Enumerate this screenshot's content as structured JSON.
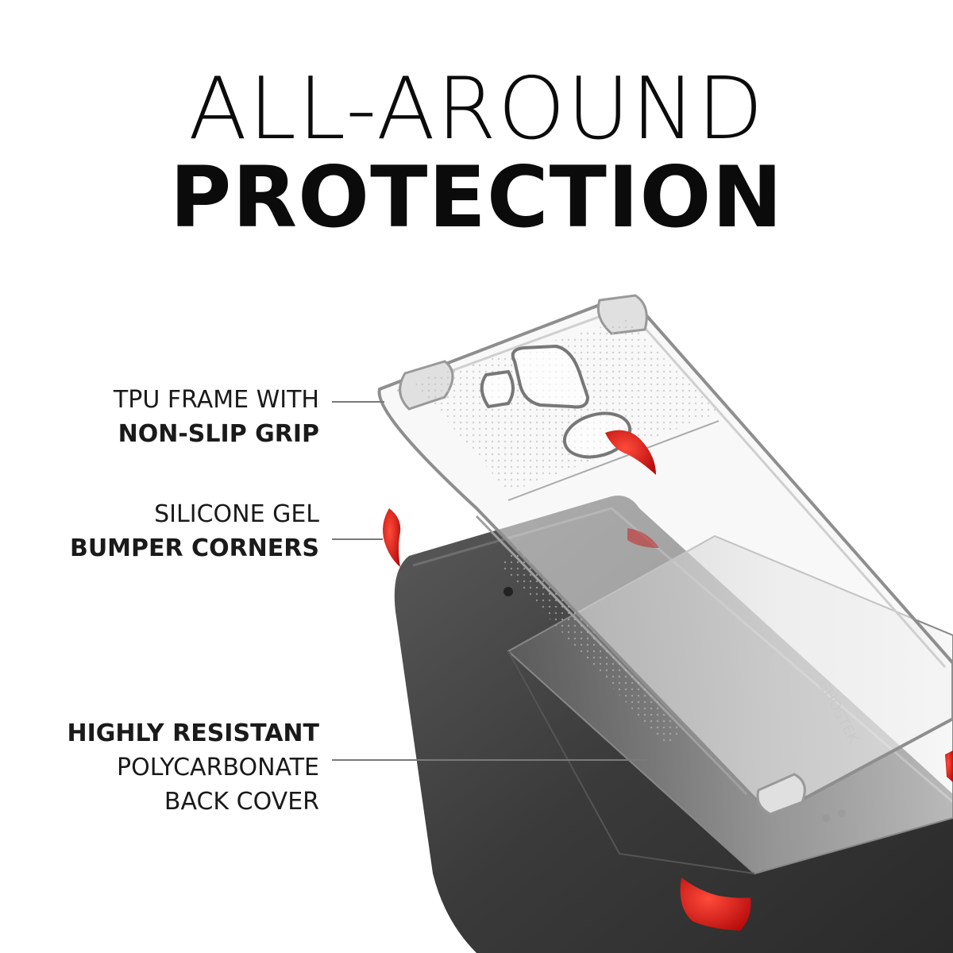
{
  "headline": {
    "line1": "ALL-AROUND",
    "line2": "PROTECTION"
  },
  "callouts": {
    "tpu_frame": {
      "line1": "TPU FRAME WITH",
      "line2": "NON-SLIP GRIP"
    },
    "gel_corners": {
      "line1": "SILICONE GEL",
      "line2": "BUMPER CORNERS"
    },
    "back_cover": {
      "line1": "HIGHLY RESISTANT",
      "line2": "POLYCARBONATE",
      "line3": "BACK COVER"
    }
  },
  "colors": {
    "accent_red": "#d81414",
    "phone_body": "#3a3a3a",
    "frame_edge": "#9a9a9a"
  },
  "illustration": {
    "subject": "phone-with-exploded-clear-case",
    "icons": [
      "red-corner-bumper-icon",
      "camera-cutout-icon",
      "fingerprint-cutout-icon"
    ]
  }
}
